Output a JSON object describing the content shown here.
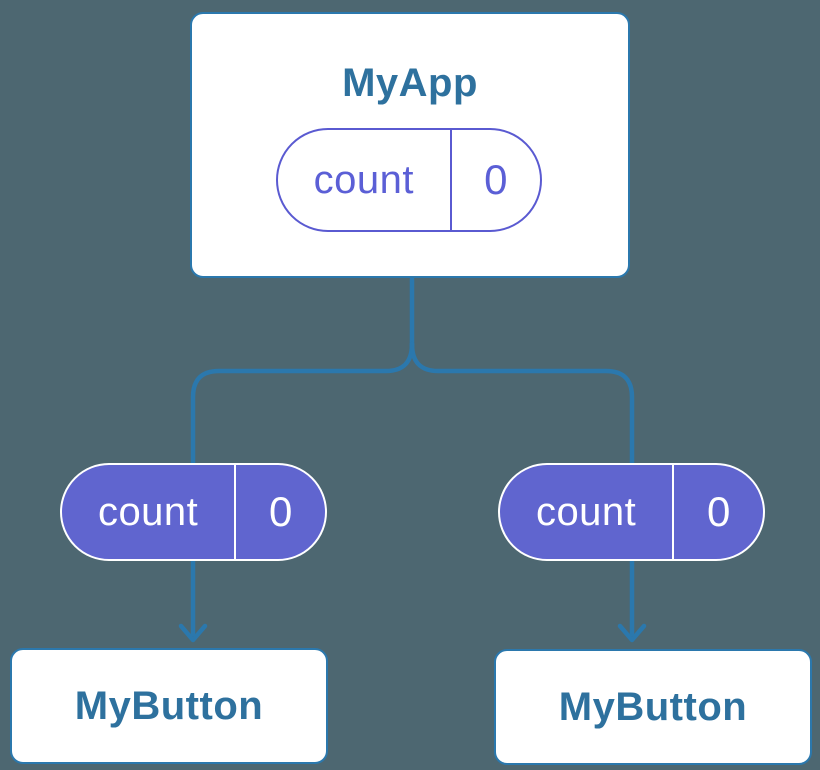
{
  "colors": {
    "background": "#4d6771",
    "connector_blue": "#2b78ad",
    "card_fill": "#ffffff",
    "component_text_blue": "#2e719e",
    "state_pill_purple_border": "#5a5ad1",
    "state_pill_purple_text": "#5b5fd6",
    "prop_pill_purple_fill": "#6065cf",
    "prop_pill_text": "#ffffff"
  },
  "diagram": {
    "root": {
      "title": "MyApp",
      "state": {
        "name": "count",
        "value": "0"
      }
    },
    "children": [
      {
        "title": "MyButton",
        "prop": {
          "name": "count",
          "value": "0"
        }
      },
      {
        "title": "MyButton",
        "prop": {
          "name": "count",
          "value": "0"
        }
      }
    ]
  }
}
